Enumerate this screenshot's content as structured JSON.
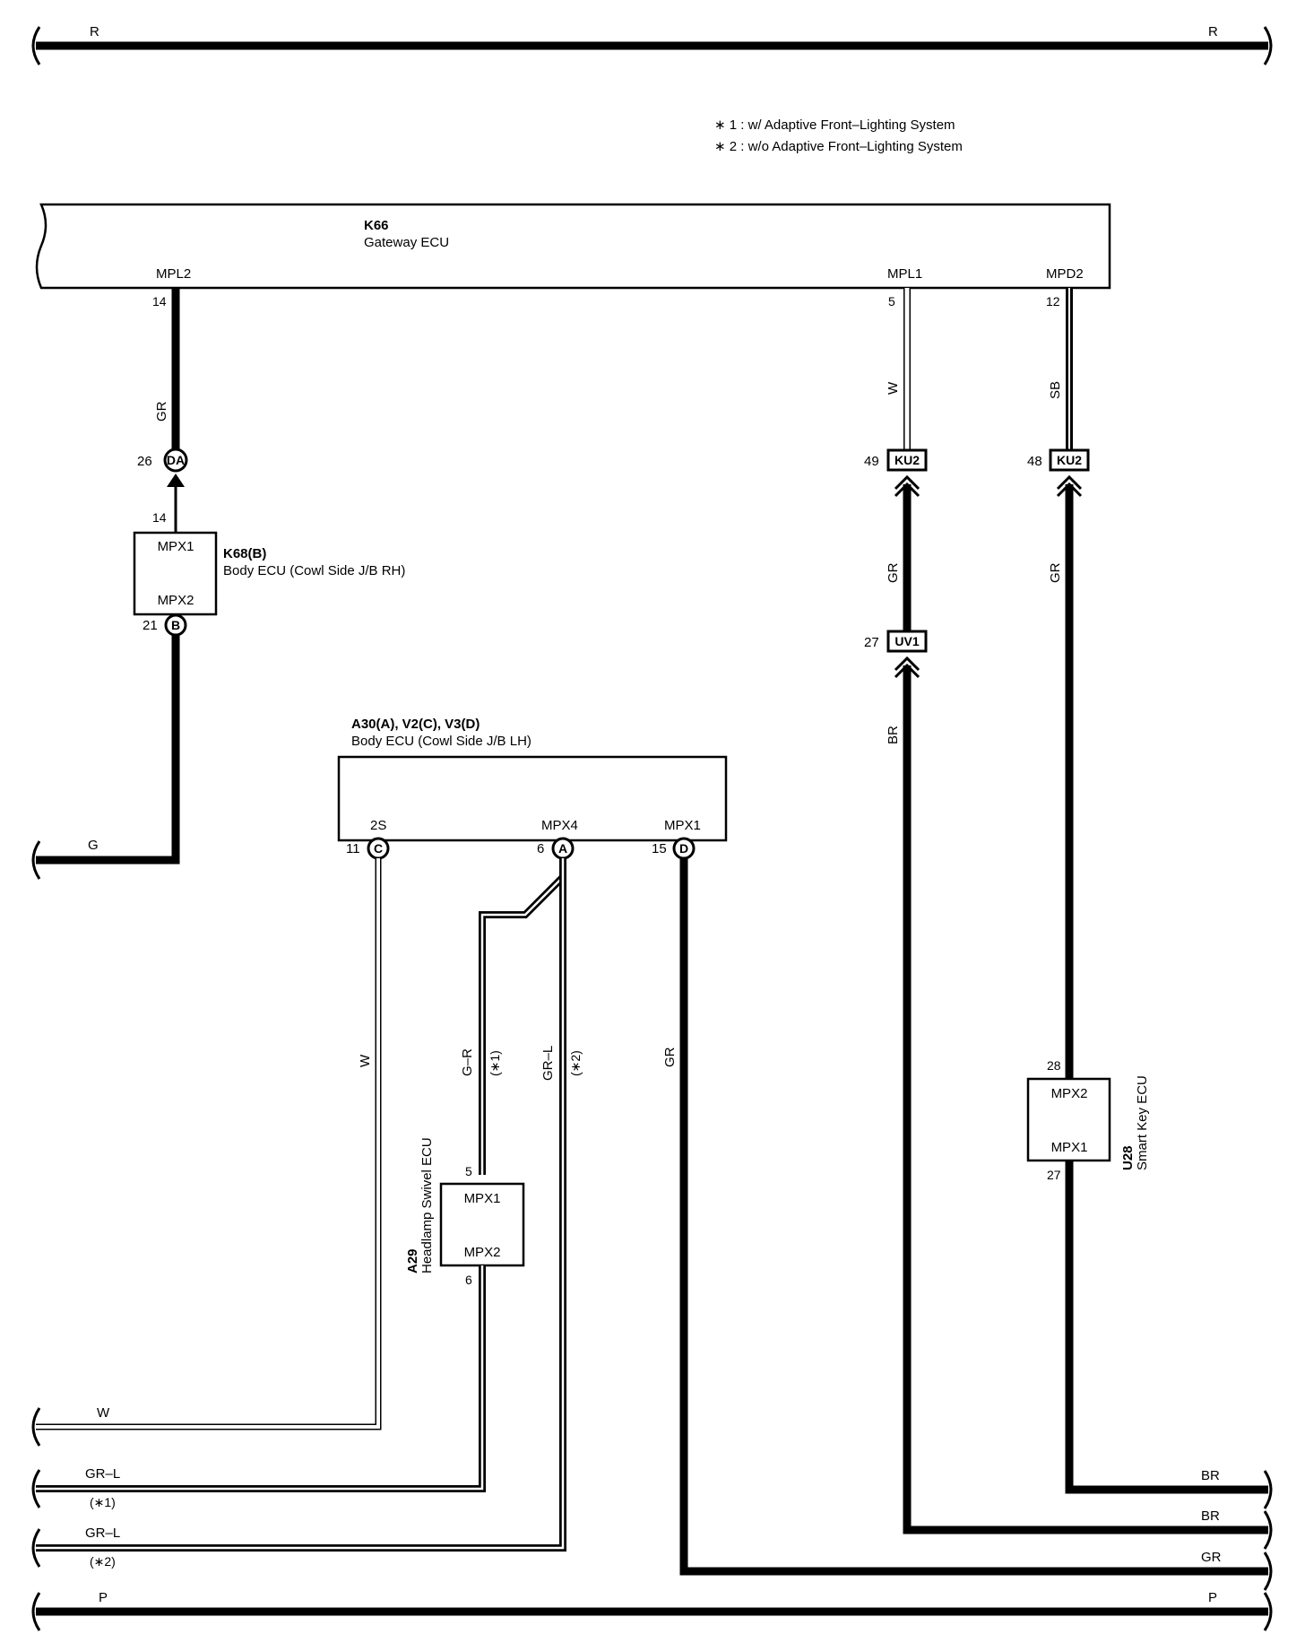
{
  "legend": {
    "note1": "∗ 1 : w/ Adaptive Front–Lighting System",
    "note2": "∗ 2 : w/o Adaptive Front–Lighting System"
  },
  "wires": {
    "r": "R",
    "g": "G",
    "w": "W",
    "gr_l": "GR–L",
    "p": "P",
    "br": "BR",
    "gr": "GR",
    "sb": "SB",
    "g_r": "G–R"
  },
  "notes": {
    "star1": "(∗1)",
    "star2": "(∗2)"
  },
  "gateway": {
    "id": "K66",
    "name": "Gateway ECU",
    "mpl2": "MPL2",
    "mpl1": "MPL1",
    "mpd2": "MPD2",
    "pin14": "14",
    "pin5": "5",
    "pin12": "12"
  },
  "connectors": {
    "da": "DA",
    "da_pin": "26",
    "b": "B",
    "b_pin": "21",
    "ku2": "KU2",
    "ku2_pin_a": "49",
    "ku2_pin_b": "48",
    "uv1": "UV1",
    "uv1_pin": "27",
    "c": "C",
    "c_pin": "11",
    "a": "A",
    "a_pin": "6",
    "d": "D",
    "d_pin": "15"
  },
  "body_ecu_rh": {
    "id": "K68(B)",
    "name": "Body ECU (Cowl Side J/B RH)",
    "mpx1": "MPX1",
    "mpx2": "MPX2",
    "pin_top": "14"
  },
  "body_ecu_lh": {
    "id": "A30(A), V2(C), V3(D)",
    "name": "Body ECU (Cowl Side J/B LH)",
    "p2s": "2S",
    "mpx4": "MPX4",
    "mpx1": "MPX1"
  },
  "headlamp_ecu": {
    "id": "A29",
    "name": "Headlamp Swivel ECU",
    "mpx1": "MPX1",
    "mpx2": "MPX2",
    "pin_top": "5",
    "pin_bottom": "6"
  },
  "smart_key_ecu": {
    "id": "U28",
    "name": "Smart Key ECU",
    "mpx2": "MPX2",
    "mpx1": "MPX1",
    "pin_top": "28",
    "pin_bottom": "27"
  }
}
